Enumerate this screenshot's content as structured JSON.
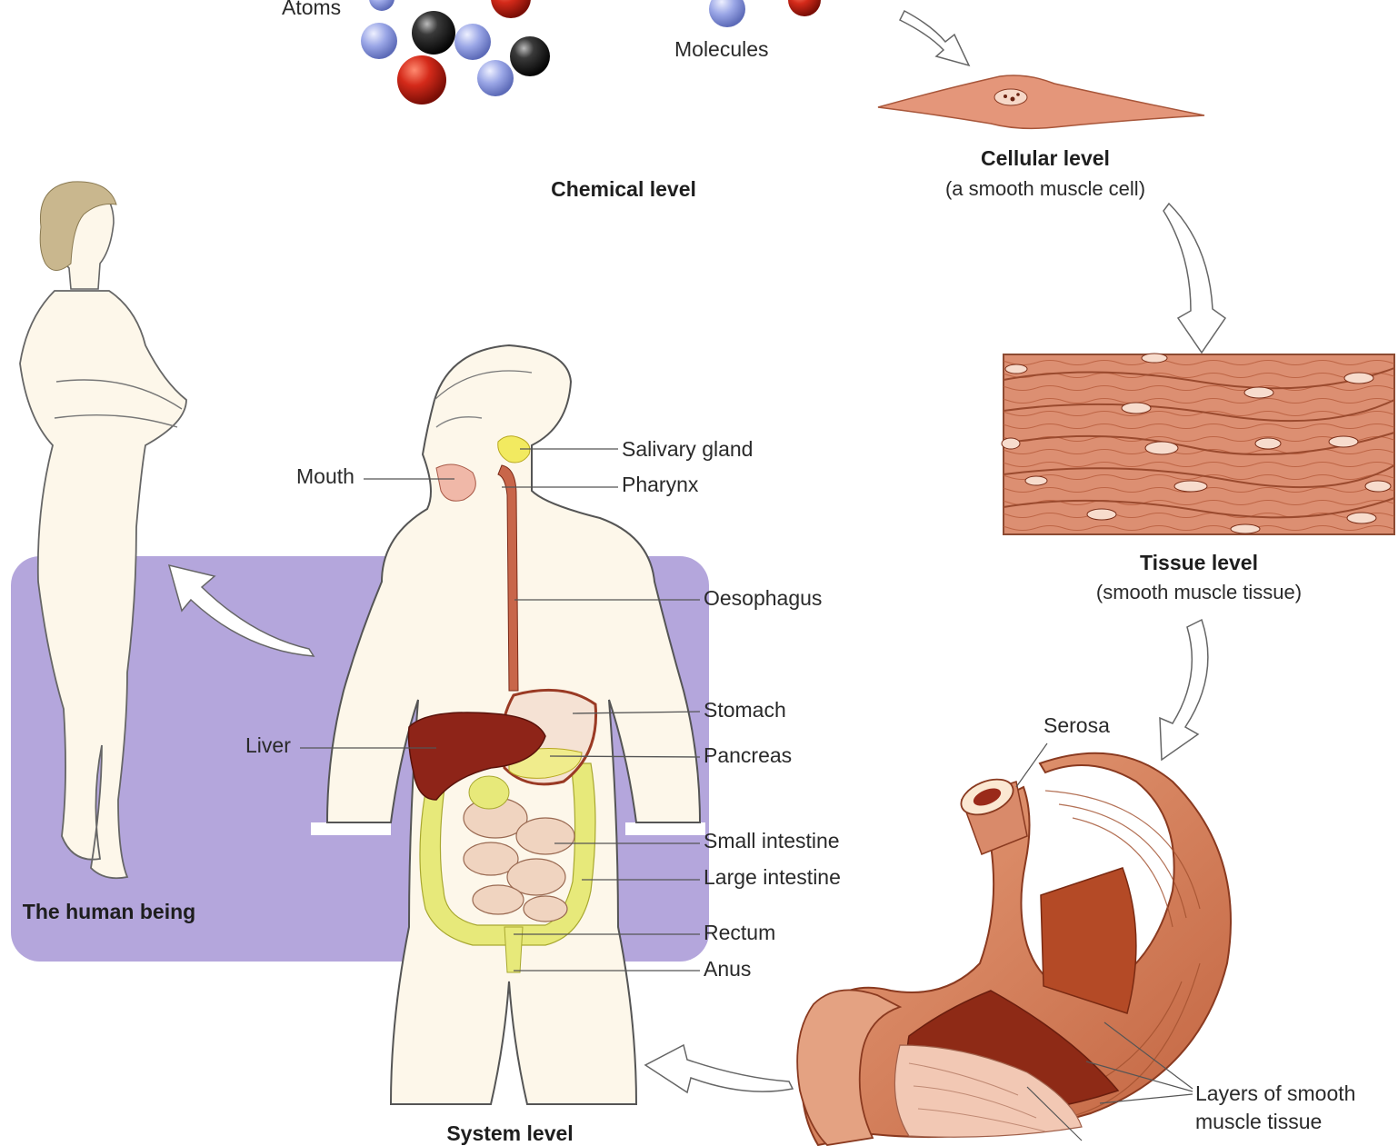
{
  "levels": {
    "chemical": {
      "title": "Chemical level",
      "atoms_label": "Atoms",
      "molecules_label": "Molecules"
    },
    "cellular": {
      "title": "Cellular level",
      "subtitle": "(a smooth muscle cell)"
    },
    "tissue": {
      "title": "Tissue level",
      "subtitle": "(smooth muscle tissue)"
    },
    "organ": {
      "serosa_label": "Serosa",
      "layers_label_line1": "Layers of smooth",
      "layers_label_line2": "muscle tissue"
    },
    "system": {
      "title": "System level"
    },
    "organism": {
      "title": "The human being"
    }
  },
  "system_labels": {
    "salivary_gland": "Salivary gland",
    "mouth": "Mouth",
    "pharynx": "Pharynx",
    "oesophagus": "Oesophagus",
    "stomach": "Stomach",
    "liver": "Liver",
    "pancreas": "Pancreas",
    "small_intestine": "Small intestine",
    "large_intestine": "Large intestine",
    "rectum": "Rectum",
    "anus": "Anus"
  },
  "colors": {
    "oxygen_atom": "#d42a1a",
    "carbon_atom": "#2a2a2a",
    "hydrogen_atom": "#9aa6e6",
    "muscle": "#d98a6a",
    "muscle_dark": "#a84a30",
    "liver": "#8e2418",
    "intestine_yellow": "#e7e97a",
    "skin": "#fdf7ea",
    "system_panel": "#b4a6dc"
  }
}
